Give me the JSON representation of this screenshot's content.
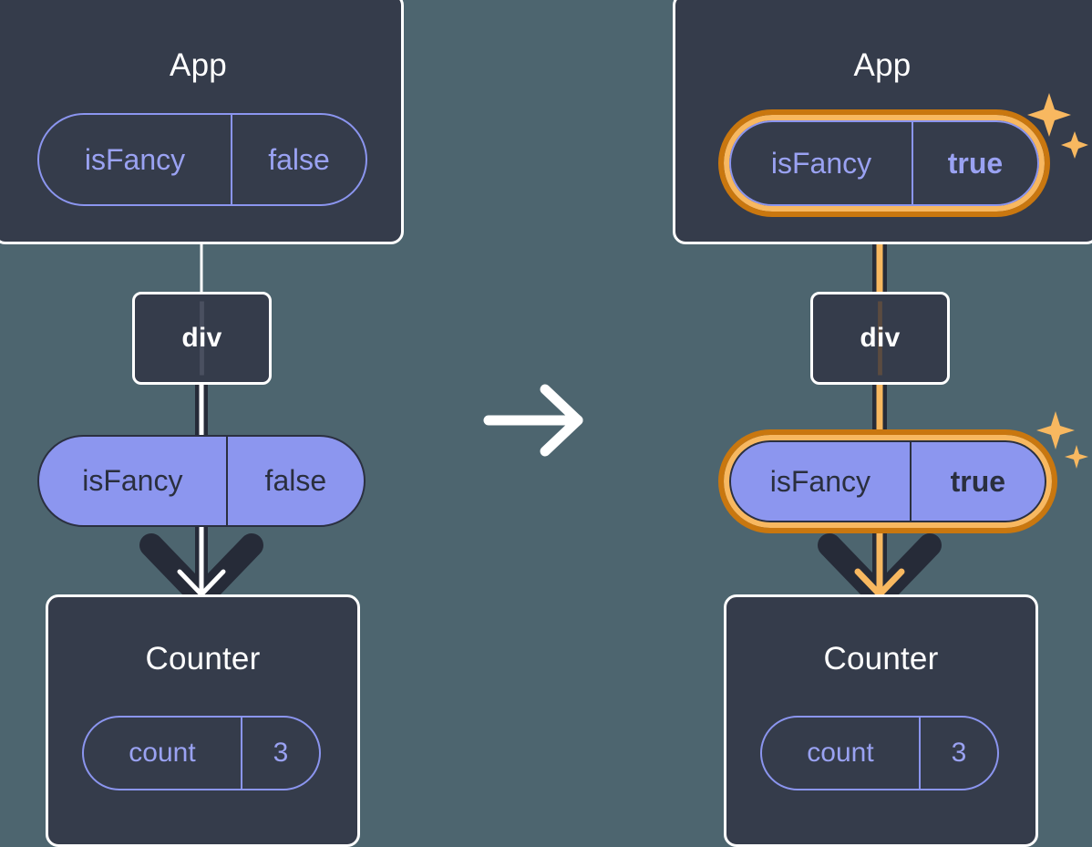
{
  "diagram": {
    "title": "react-state-flow-before-after",
    "type": "component-tree-state-diagram",
    "transition_icon": "right-arrow-icon",
    "colors": {
      "background": "#4d656f",
      "box_fill": "#353c4b",
      "box_border": "#ffffff",
      "pill_purple": "#8c96ef",
      "pill_outline": "#8b95ef",
      "highlight_outer": "#c9770f",
      "highlight_inner": "#f8b860",
      "sparkle": "#f8b860",
      "connector_dark": "#262b38",
      "connector_light_left": "#ffffff",
      "connector_light_right": "#f8b860",
      "text_light": "#ffffff",
      "text_dark": "#2a2f3e"
    }
  },
  "panels": [
    {
      "id": "before",
      "highlighted": false,
      "app": {
        "title": "App",
        "pill": {
          "key": "isFancy",
          "value": "false",
          "bold_value": false,
          "highlighted": false
        }
      },
      "div": {
        "label": "div"
      },
      "prop_pill": {
        "key": "isFancy",
        "value": "false",
        "bold_value": false,
        "highlighted": false
      },
      "counter": {
        "title": "Counter",
        "pill": {
          "key": "count",
          "value": "3",
          "bold_value": false,
          "highlighted": false
        }
      },
      "sparkles_visible": false
    },
    {
      "id": "after",
      "highlighted": true,
      "app": {
        "title": "App",
        "pill": {
          "key": "isFancy",
          "value": "true",
          "bold_value": true,
          "highlighted": true
        }
      },
      "div": {
        "label": "div"
      },
      "prop_pill": {
        "key": "isFancy",
        "value": "true",
        "bold_value": true,
        "highlighted": true
      },
      "counter": {
        "title": "Counter",
        "pill": {
          "key": "count",
          "value": "3",
          "bold_value": false,
          "highlighted": false
        }
      },
      "sparkles_visible": true
    }
  ]
}
